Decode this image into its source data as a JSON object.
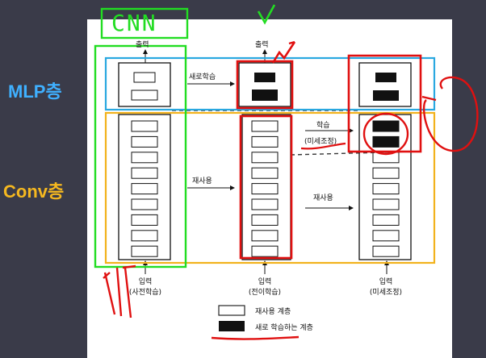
{
  "side_labels": {
    "mlp": "MLP층",
    "conv": "Conv층"
  },
  "colors": {
    "mlp_label": "#3fb0ff",
    "conv_label": "#f5b820",
    "blue_box": "#2aa8e0",
    "yellow_box": "#f2b21c",
    "green_box": "#22dd22",
    "red_mark": "#e01010"
  },
  "annotations": {
    "handwritten_cnn": "CNN",
    "check_mark": "✓"
  },
  "output_labels": [
    "출력",
    "출력"
  ],
  "arrow_labels": {
    "new_training": "새로학습",
    "reuse_left": "재사용",
    "reuse_right": "재사용",
    "finetune_top": "학습",
    "finetune_bottom": "(미세조정)"
  },
  "input_labels": [
    {
      "line1": "입력",
      "line2": "(사전학습)"
    },
    {
      "line1": "입력",
      "line2": "(전이학습)"
    },
    {
      "line1": "입력",
      "line2": "(미세조정)"
    }
  ],
  "legend": {
    "reused": "재사용 계층",
    "new": "새로 학습하는 계층"
  }
}
